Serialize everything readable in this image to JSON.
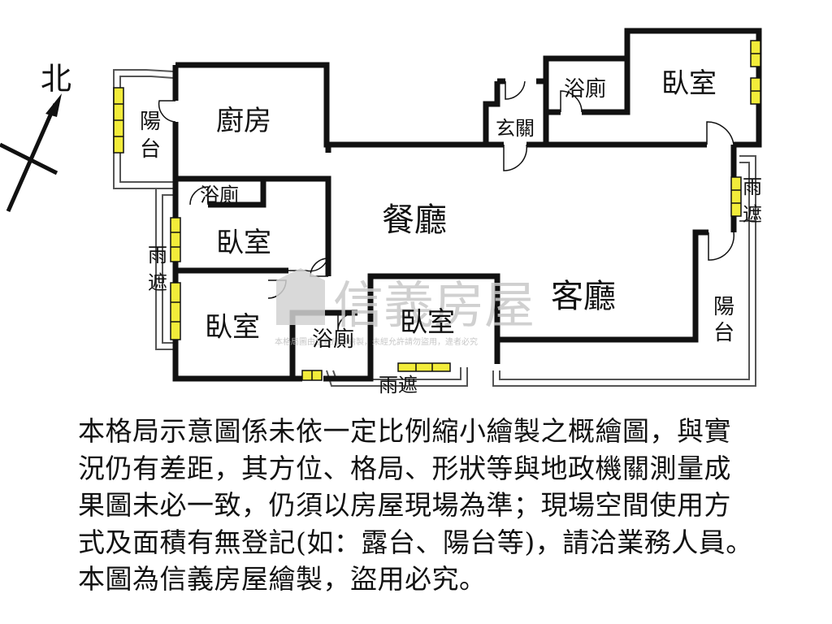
{
  "compass": {
    "label": "北"
  },
  "rooms": {
    "kitchen": "廚房",
    "balcony_left": [
      "陽",
      "台"
    ],
    "bath_left": "浴廁",
    "bedroom_mid_left": "臥室",
    "bedroom_low_left": "臥室",
    "canopy_left": [
      "雨",
      "遮"
    ],
    "bath_bottom": "浴廁",
    "bedroom_center": "臥室",
    "canopy_bottom": "雨遮",
    "dining": "餐廳",
    "living": "客廳",
    "entrance": "玄關",
    "bath_top": "浴廁",
    "bedroom_top_right": "臥室",
    "canopy_right": [
      "雨",
      "遮"
    ],
    "balcony_right": [
      "陽",
      "台"
    ]
  },
  "watermark": {
    "brand": "信義房屋",
    "small": "本格局圖由信義房屋繪製，未經允許請勿盜用，違者必究"
  },
  "notice_lines": [
    "本格局示意圖係未依一定比例縮小繪製之概繪圖，與實",
    "況仍有差距，其方位、格局、形狀等與地政機關測量成",
    "果圖未必一致，仍須以房屋現場為準；現場空間使用方",
    "式及面積有無登記(如：露台、陽台等)，請洽業務人員。",
    "本圖為信義房屋繪製，盜用必究。"
  ],
  "colors": {
    "wall": "#111111",
    "window": "#f2ec3a",
    "watermark": "#c8c8c8"
  }
}
